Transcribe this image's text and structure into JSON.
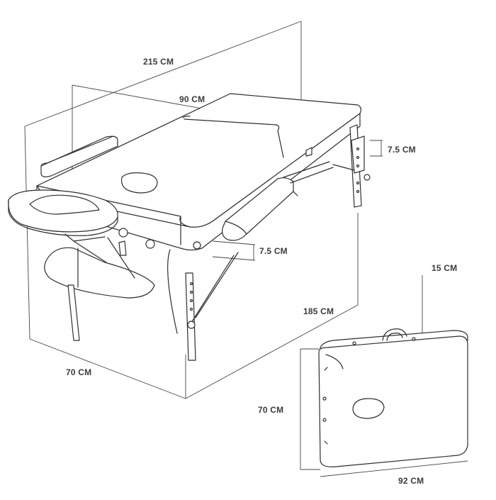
{
  "dimensions": {
    "table_length": "215 CM",
    "table_width": "90 CM",
    "leg_adjust_back": "7.5 CM",
    "leg_adjust_front": "7.5 CM",
    "base_length": "185 CM",
    "base_width": "70 CM",
    "case_thickness": "15 CM",
    "case_height": "70 CM",
    "case_length": "92 CM"
  },
  "colors": {
    "line": "#2e2e2e",
    "text": "#3b3b3b",
    "background": "#ffffff"
  }
}
